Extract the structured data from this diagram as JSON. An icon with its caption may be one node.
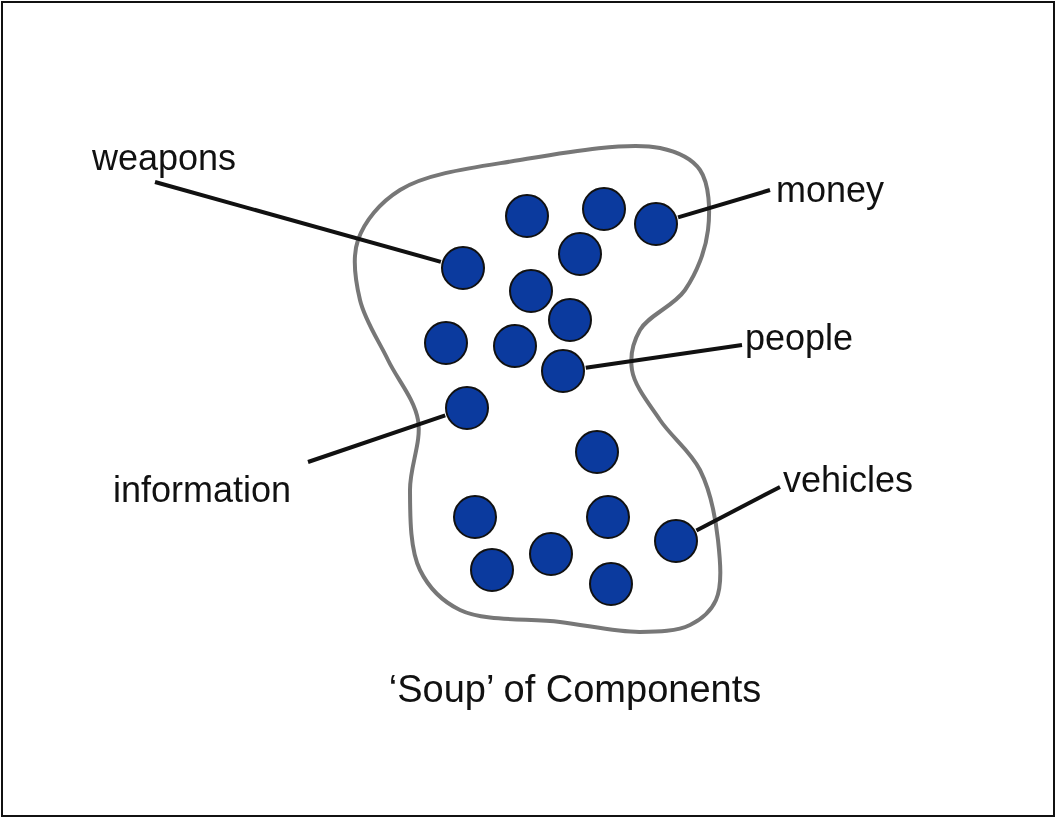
{
  "diagram": {
    "caption": "‘Soup’ of Components",
    "nodes": [
      {
        "text": [],
        "shape": "blob"
      },
      {
        "text": [],
        "shape": "circle",
        "in": 0
      },
      {
        "text": [],
        "shape": "circle",
        "in": 0
      },
      {
        "text": [],
        "shape": "circle",
        "in": 0
      },
      {
        "text": [],
        "shape": "circle",
        "in": 0
      },
      {
        "text": [],
        "shape": "circle",
        "in": 0
      },
      {
        "text": [],
        "shape": "circle",
        "in": 0
      },
      {
        "text": [],
        "shape": "circle",
        "in": 0
      },
      {
        "text": [],
        "shape": "circle",
        "in": 0
      },
      {
        "text": [],
        "shape": "circle",
        "in": 0
      },
      {
        "text": [],
        "shape": "circle",
        "in": 0
      },
      {
        "text": [],
        "shape": "circle",
        "in": 0
      },
      {
        "text": [],
        "shape": "circle",
        "in": 0
      },
      {
        "text": [],
        "shape": "circle",
        "in": 0
      },
      {
        "text": [],
        "shape": "circle",
        "in": 0
      },
      {
        "text": [],
        "shape": "circle",
        "in": 0
      },
      {
        "text": [],
        "shape": "circle",
        "in": 0
      },
      {
        "text": [],
        "shape": "circle",
        "in": 0
      },
      {
        "text": [],
        "shape": "circle",
        "in": 0
      },
      {
        "text": [
          "weapons"
        ]
      },
      {
        "text": [
          "money"
        ]
      },
      {
        "text": [
          "people"
        ]
      },
      {
        "text": [
          "information"
        ]
      },
      {
        "text": [
          "vehicles"
        ]
      }
    ],
    "edges": [
      {
        "from": 19,
        "to": 5,
        "arrow": "none"
      },
      {
        "from": 20,
        "to": 3,
        "arrow": "none"
      },
      {
        "from": 21,
        "to": 10,
        "arrow": "none"
      },
      {
        "from": 22,
        "to": 11,
        "arrow": "none"
      },
      {
        "from": 23,
        "to": 15,
        "arrow": "none"
      }
    ]
  }
}
